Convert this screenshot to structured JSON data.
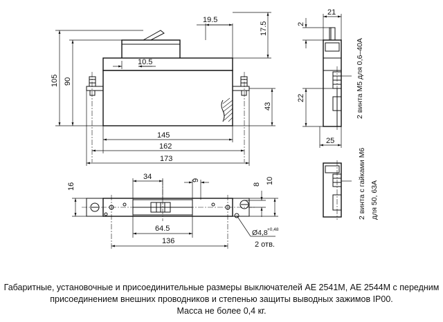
{
  "dimensions": {
    "d19_5": "19.5",
    "d17_5": "17.5",
    "d10_5": "10.5",
    "d105": "105",
    "d90": "90",
    "d43": "43",
    "d145": "145",
    "d162": "162",
    "d173": "173",
    "d21": "21",
    "d2": "2",
    "d22": "22",
    "d25": "25",
    "d34": "34",
    "d9": "9",
    "d8": "8",
    "d10": "10",
    "d16": "16",
    "d64_5": "64.5",
    "d136": "136",
    "hole_dia": "Ø4,8",
    "hole_tol": "+0,48",
    "hole_count": "2 отв."
  },
  "annotations": {
    "screws_m5": "2 винта М5 для 0,6–40А",
    "screws_m6_line1": "2 винта с гайками М6",
    "screws_m6_line2": "для 50, 63А"
  },
  "caption": {
    "line1": "Габаритные, установочные и  присоединительные размеры выключателей АЕ 2541М, АЕ 2544М с передним",
    "line2": "присоединением внешних проводников и степенью защиты выводных зажимов IP00.",
    "line3": "Масса не более 0,4 кг."
  }
}
